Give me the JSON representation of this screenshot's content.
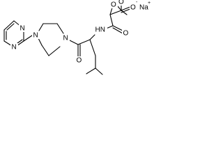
{
  "molecule": {
    "atoms": {
      "pyrimidine_n1": "N",
      "pyrimidine_n2": "N",
      "piperazine_n1": "N",
      "piperazine_n2": "N",
      "carbonyl_o1": "O",
      "amide_nh": "HN",
      "carbonyl_o2": "O",
      "epoxide_o": "O",
      "carboxylate_o": "O",
      "carboxylate_o_minus": "O",
      "sodium": "Na"
    },
    "charges": {
      "carboxylate": "-",
      "sodium": "+"
    },
    "colors": {
      "bond": "#000000",
      "label": "#000000",
      "background": "#ffffff"
    }
  }
}
